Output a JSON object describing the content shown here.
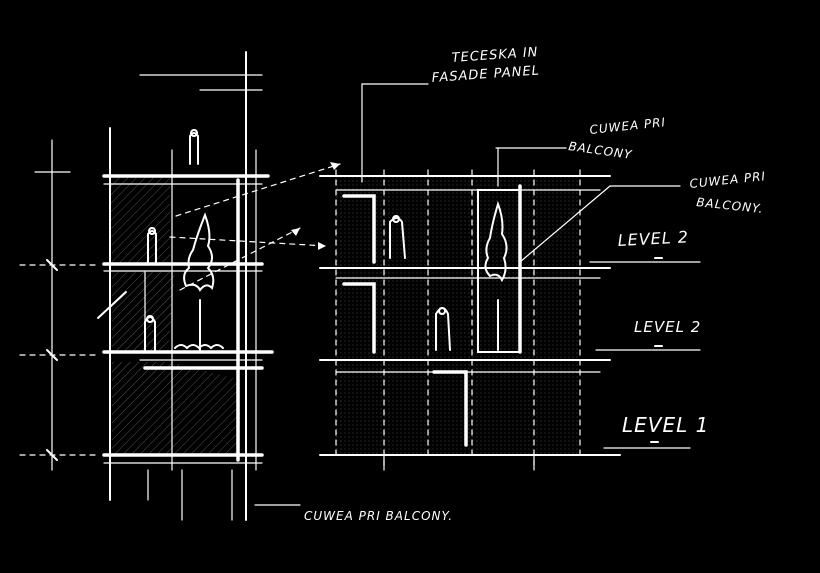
{
  "annotations": {
    "facade_top": "TECESKA IN",
    "facade_bottom": "FASADE PANEL",
    "callout_1_top": "CUWEA PRI",
    "callout_1_bottom": "BALCONY",
    "callout_2_top": "CUWEA PRI",
    "callout_2_bottom": "BALCONY.",
    "level_3": "LEVEL 2",
    "level_2": "LEVEL 2",
    "level_1": "LEVEL 1",
    "bottom_note": "CUWEA PRI BALCONY."
  },
  "colors": {
    "background": "#000000",
    "ink": "#ffffff"
  }
}
